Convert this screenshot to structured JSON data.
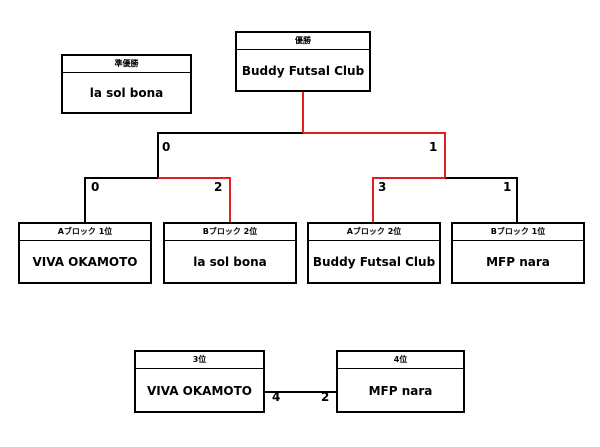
{
  "bracket": {
    "champion": {
      "title": "優勝",
      "team": "Buddy Futsal Club"
    },
    "runner_up": {
      "title": "準優勝",
      "team": "la sol bona"
    },
    "final": {
      "left_score": "0",
      "right_score": "1"
    },
    "semi_left": {
      "left_score": "0",
      "right_score": "2"
    },
    "semi_right": {
      "left_score": "3",
      "right_score": "1"
    },
    "teams": [
      {
        "rank": "Aブロック 1位",
        "name": "VIVA OKAMOTO"
      },
      {
        "rank": "Bブロック 2位",
        "name": "la sol bona"
      },
      {
        "rank": "Aブロック 2位",
        "name": "Buddy Futsal Club"
      },
      {
        "rank": "Bブロック 1位",
        "name": "MFP nara"
      }
    ]
  },
  "third_place": {
    "left": {
      "title": "3位",
      "team": "VIVA OKAMOTO",
      "score": "4"
    },
    "right": {
      "title": "4位",
      "team": "MFP nara",
      "score": "2"
    }
  },
  "colors": {
    "winner_path": "#e01f1f",
    "line": "#000000"
  }
}
